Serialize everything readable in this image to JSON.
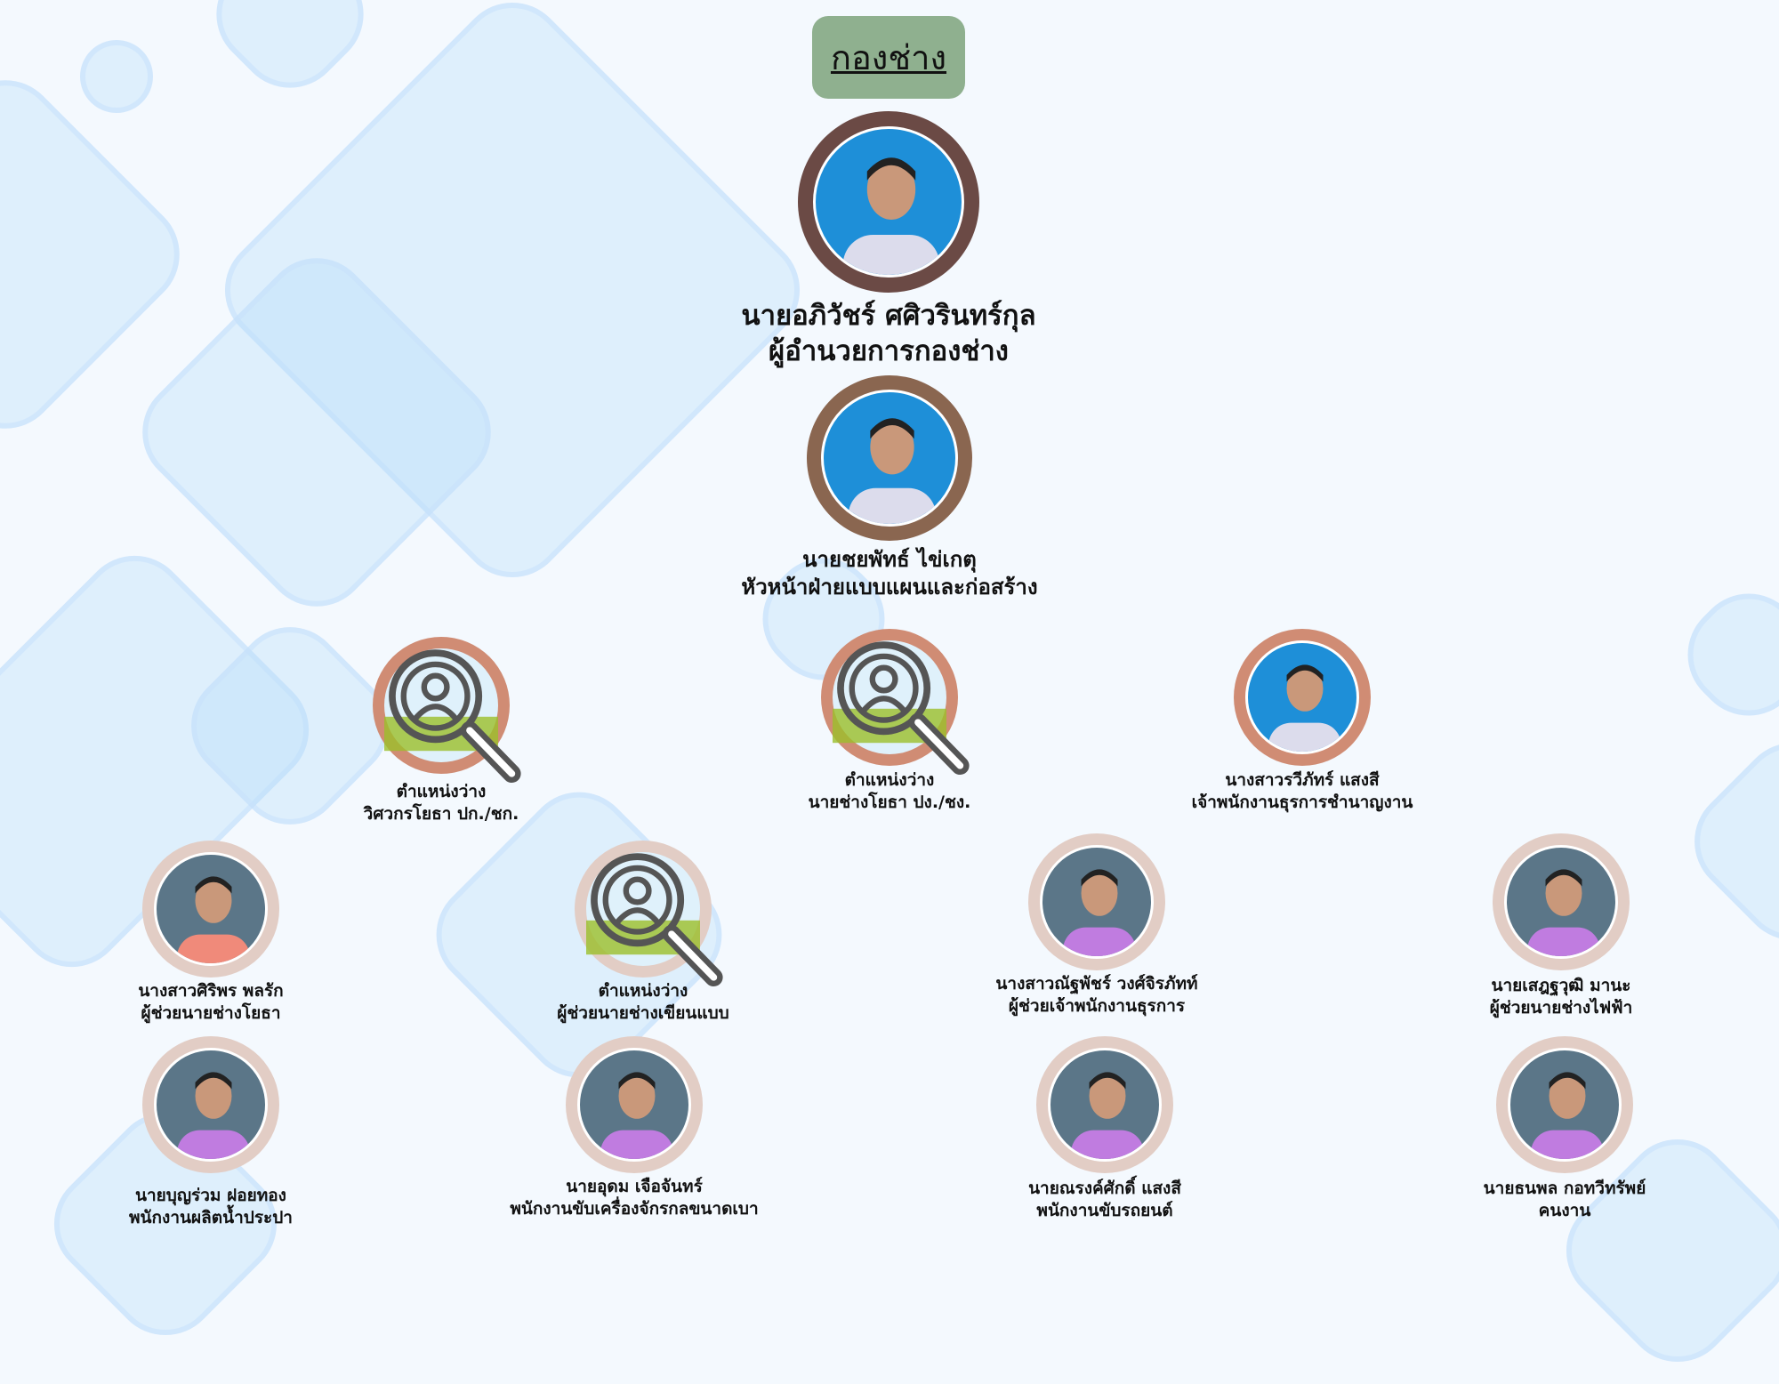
{
  "title": "กองช่าง",
  "colors": {
    "title_bg": "#8fb08f",
    "ring_director": "#6b4a45",
    "ring_head": "#8a6650",
    "ring_mid": "#d08c74",
    "ring_staff": "#e2cdc5"
  },
  "people": [
    {
      "id": "director",
      "name": "นายอภิวัชร์  ศศิวรินทร์กุล",
      "position": "ผู้อำนวยการกองช่าง",
      "photo": "person-photo",
      "vacant": false
    },
    {
      "id": "head",
      "name": "นายชยพัทธ์  ไข่เกตุ",
      "position": "หัวหน้าฝ่ายแบบแผนและก่อสร้าง",
      "photo": "person-photo",
      "vacant": false
    },
    {
      "id": "vacant-engineer",
      "name": "ตำแหน่งว่าง",
      "position": "วิศวกรโยธา ปก./ชก.",
      "photo": "vacant-search-icon",
      "vacant": true
    },
    {
      "id": "vacant-technician",
      "name": "ตำแหน่งว่าง",
      "position": "นายช่างโยธา ปง./ชง.",
      "photo": "vacant-search-icon",
      "vacant": true
    },
    {
      "id": "admin-officer",
      "name": "นางสาวรวีภัทร์  แสงสี",
      "position": "เจ้าพนักงานธุรการชำนาญงาน",
      "photo": "person-photo",
      "vacant": false
    },
    {
      "id": "asst-civil",
      "name": "นางสาวศิริพร  พลรัก",
      "position": "ผู้ช่วยนายช่างโยธา",
      "photo": "person-photo",
      "vacant": false
    },
    {
      "id": "vacant-draftsman",
      "name": "ตำแหน่งว่าง",
      "position": "ผู้ช่วยนายช่างเขียนแบบ",
      "photo": "vacant-search-icon",
      "vacant": true
    },
    {
      "id": "asst-admin",
      "name": "นางสาวณัฐพัชร์  วงศ์จิรภัทท์",
      "position": "ผู้ช่วยเจ้าพนักงานธุรการ",
      "photo": "person-photo",
      "vacant": false
    },
    {
      "id": "asst-electric",
      "name": "นายเสฎฐวุฒิ  มานะ",
      "position": "ผู้ช่วยนายช่างไฟฟ้า",
      "photo": "person-photo",
      "vacant": false
    },
    {
      "id": "water-worker",
      "name": "นายบุญร่วม  ฝอยทอง",
      "position": "พนักงานผลิตน้ำประปา",
      "photo": "person-photo",
      "vacant": false
    },
    {
      "id": "machine-driver",
      "name": "นายอุดม  เจือจันทร์",
      "position": "พนักงานขับเครื่องจักรกลขนาดเบา",
      "photo": "person-photo",
      "vacant": false
    },
    {
      "id": "car-driver",
      "name": "นายณรงค์ศักดิ์  แสงสี",
      "position": "พนักงานขับรถยนต์",
      "photo": "person-photo",
      "vacant": false
    },
    {
      "id": "laborer",
      "name": "นายธนพล  กอทวีทรัพย์",
      "position": "คนงาน",
      "photo": "person-photo",
      "vacant": false
    }
  ]
}
